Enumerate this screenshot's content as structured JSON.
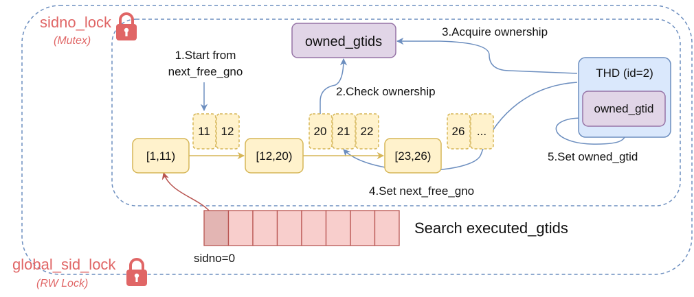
{
  "locks": {
    "outer": {
      "name": "global_sid_lock",
      "type": "(RW Lock)"
    },
    "inner": {
      "name": "sidno_lock",
      "type": "(Mutex)"
    }
  },
  "nodes": {
    "owned_gtids": "owned_gtids",
    "thd_title": "THD (id=2)",
    "thd_owned_gtid": "owned_gtid",
    "interval_1": "[1,11)",
    "interval_2": "[12,20)",
    "interval_3": "[23,26)"
  },
  "gnos": {
    "group_a": [
      "11",
      "12"
    ],
    "group_b": [
      "20",
      "21",
      "22"
    ],
    "group_c": [
      "26",
      "..."
    ]
  },
  "steps": {
    "step1_line1": "1.Start from",
    "step1_line2": "next_free_gno",
    "step2": "2.Check ownership",
    "step3": "3.Acquire ownership",
    "step4": "4.Set next_free_gno",
    "step5": "5.Set owned_gtid"
  },
  "search": {
    "label": "Search executed_gtids",
    "sidno": "sidno=0",
    "cell_count": 8
  },
  "colors": {
    "lock_red": "#e06666",
    "dashed_blue": "#6c8ebf",
    "arrow_blue": "#6c8ebf",
    "arrow_gold": "#d6b656",
    "arrow_red": "#b85450",
    "interval_fill": "#fff2cc",
    "interval_stroke": "#d6b656",
    "purple_fill": "#e1d5e7",
    "purple_stroke": "#9673a6",
    "thd_fill": "#dae8fc",
    "array_fill": "#f8cecc",
    "array_first_fill": "#e3b5b3",
    "array_stroke": "#b85450"
  }
}
